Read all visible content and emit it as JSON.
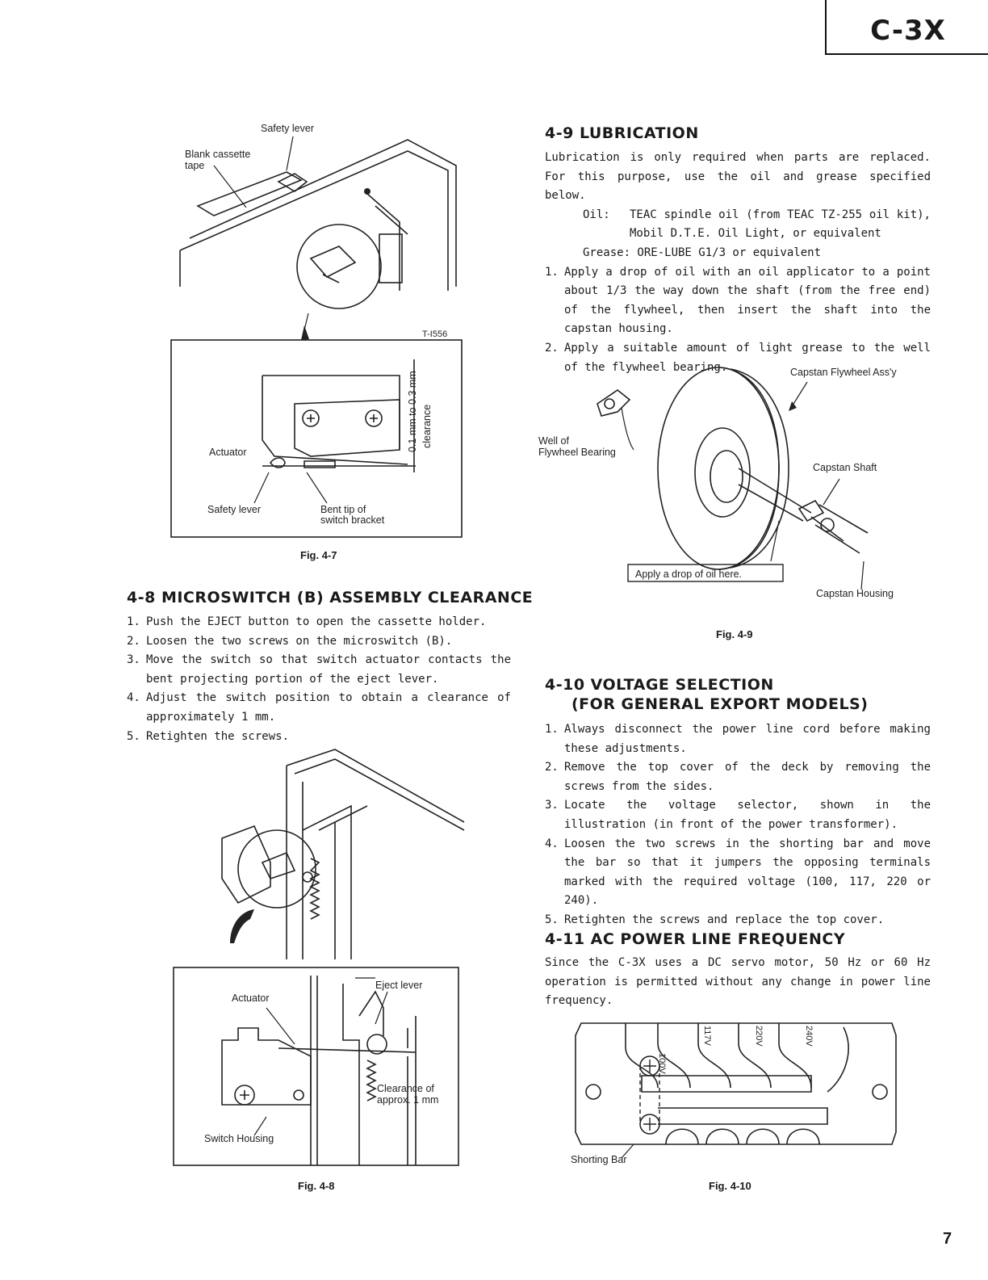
{
  "header": {
    "model": "C-3X"
  },
  "page_number": "7",
  "fig47": {
    "caption": "Fig. 4-7",
    "label_safety_lever_top": "Safety lever",
    "label_blank_tape_1": "Blank cassette",
    "label_blank_tape_2": "tape",
    "code": "T-I556",
    "label_clearance_1": "0.1 mm to 0.3 mm",
    "label_clearance_2": "clearance",
    "label_actuator": "Actuator",
    "label_safety_lever": "Safety lever",
    "label_bent_tip_1": "Bent tip of",
    "label_bent_tip_2": "switch bracket"
  },
  "sec48": {
    "title": "4-8 MICROSWITCH (B) ASSEMBLY CLEARANCE",
    "steps": [
      {
        "num": "1.",
        "text": "Push the EJECT button to open the cassette holder."
      },
      {
        "num": "2.",
        "text": "Loosen the two screws on the microswitch (B)."
      },
      {
        "num": "3.",
        "text": "Move the switch so that switch actuator contacts the bent projecting portion of the eject lever."
      },
      {
        "num": "4.",
        "text": "Adjust the switch position to obtain a clearance of approximately 1 mm."
      },
      {
        "num": "5.",
        "text": "Retighten the screws."
      }
    ]
  },
  "fig48": {
    "caption": "Fig. 4-8",
    "label_eject_lever": "Eject lever",
    "label_actuator": "Actuator",
    "label_clearance_1": "Clearance of",
    "label_clearance_2": "approx. 1 mm",
    "label_switch_housing": "Switch Housing"
  },
  "sec49": {
    "title": "4-9 LUBRICATION",
    "intro": "Lubrication is only required when parts are replaced. For this purpose, use the oil and grease specified below.",
    "oil_key": "Oil:",
    "oil_value": "TEAC spindle oil (from TEAC TZ-255 oil kit), Mobil D.T.E. Oil Light, or equivalent",
    "grease": "Grease: ORE-LUBE G1/3 or equivalent",
    "steps": [
      {
        "num": "1.",
        "text": "Apply a drop of oil with an oil applicator to a point about 1/3 the way down the shaft (from the free end) of the flywheel, then insert the shaft into the capstan housing."
      },
      {
        "num": "2.",
        "text": "Apply a suitable amount of light grease to the well of the flywheel bearing."
      }
    ]
  },
  "fig49": {
    "caption": "Fig. 4-9",
    "label_flywheel": "Capstan Flywheel Ass'y",
    "label_well_1": "Well of",
    "label_well_2": "Flywheel Bearing",
    "label_shaft": "Capstan Shaft",
    "label_apply": "Apply a drop of oil here.",
    "label_housing": "Capstan Housing"
  },
  "sec410": {
    "title_1": "4-10 VOLTAGE SELECTION",
    "title_2": "(FOR GENERAL EXPORT MODELS)",
    "steps": [
      {
        "num": "1.",
        "text": "Always disconnect the power line cord before making these adjustments."
      },
      {
        "num": "2.",
        "text": "Remove the top cover of the deck by removing the screws from the sides."
      },
      {
        "num": "3.",
        "text": "Locate the voltage selector, shown in the illustration (in front of the power transformer)."
      },
      {
        "num": "4.",
        "text": "Loosen the two screws in the shorting bar and move the bar so that it jumpers the opposing terminals marked with the required voltage (100, 117, 220 or 240)."
      },
      {
        "num": "5.",
        "text": "Retighten the screws and replace the top cover."
      }
    ]
  },
  "sec411": {
    "title": "4-11 AC POWER LINE FREQUENCY",
    "text": "Since the C-3X uses a DC servo motor, 50 Hz or 60 Hz operation is permitted without any change in power line frequency."
  },
  "fig410": {
    "caption": "Fig. 4-10",
    "v100": "100V",
    "v117": "117V",
    "v220": "220V",
    "v240": "240V",
    "label_shorting_bar": "Shorting Bar"
  }
}
